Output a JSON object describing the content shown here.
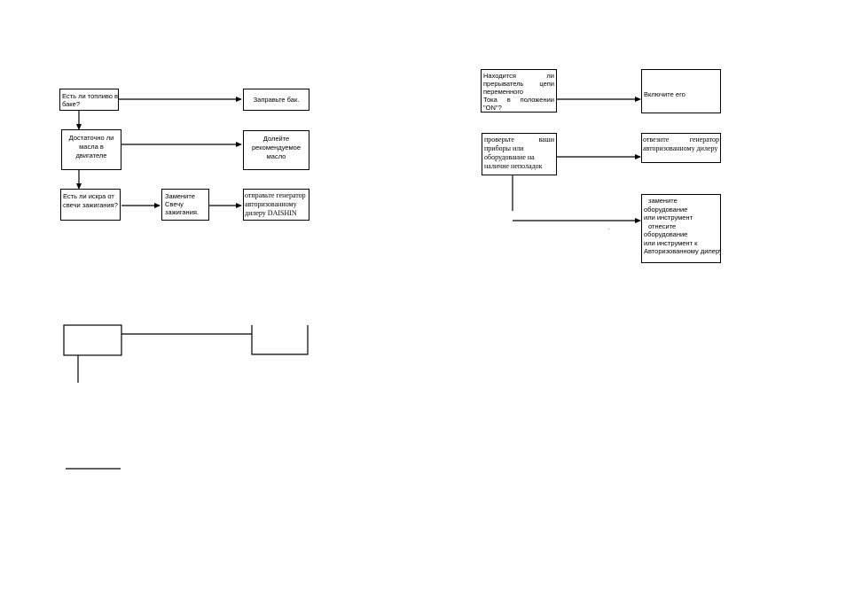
{
  "left_flow": {
    "q_fuel": [
      "Есть ли топливо в",
      "баке?"
    ],
    "a_fuel": "Заправьте бак.",
    "q_oil": [
      "Достаточно ли",
      "масла в",
      "двигателе"
    ],
    "a_oil": [
      "Долейте",
      "рекомендуемое",
      "масло"
    ],
    "q_spark": [
      "Есть ли искра от",
      "свечи зажигания?"
    ],
    "a_spark_replace": [
      "Замените",
      "Свечу",
      "зажигания."
    ],
    "a_spark_send": [
      "отправьте генератор",
      "авторизованному",
      "дилеру DAISHIN"
    ]
  },
  "right_flow": {
    "q_breaker": [
      "Находится ли",
      "прерыватель цепи",
      "переменного",
      "Тока в положении",
      "\"ON\"?"
    ],
    "a_breaker": "Включите его",
    "q_devices": [
      "проверьте ваши",
      "приборы или",
      "оборудование на",
      "наличие неполадок"
    ],
    "a_devices_send": [
      "отвезите генератор",
      "авторизованному дилеру"
    ],
    "a_devices_replace": [
      "замените",
      "оборудование",
      "или инструмент",
      "отнесите",
      "оборудование",
      "или инструмент к",
      "Авторизованному дилеру"
    ]
  }
}
